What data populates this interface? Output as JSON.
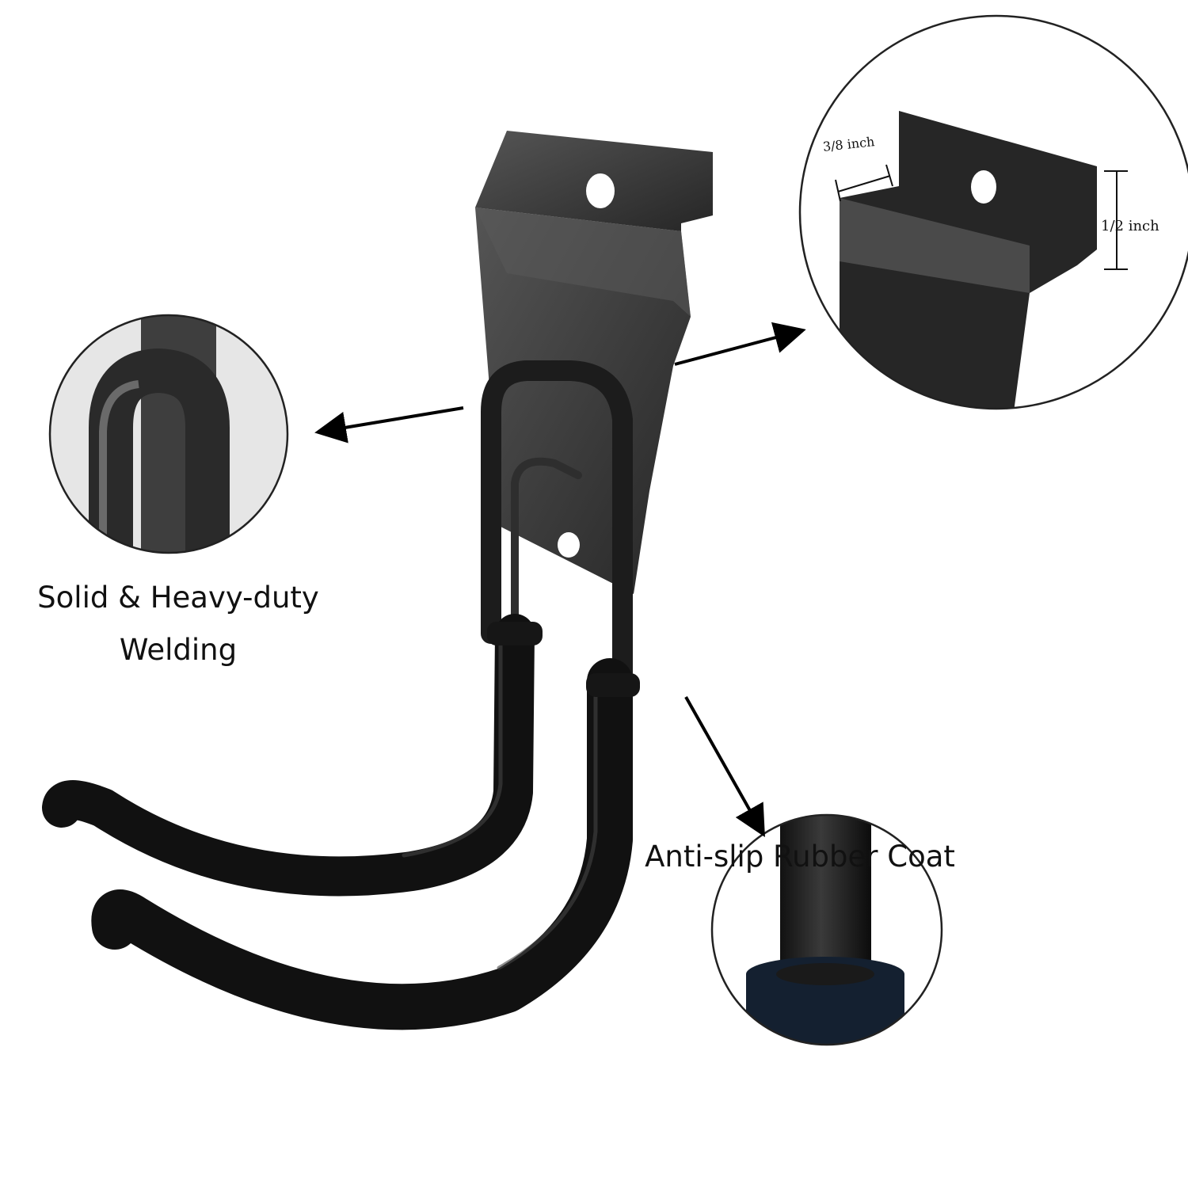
{
  "features": {
    "welding": "Solid & Heavy-duty Welding",
    "rubber_coat": "Anti-slip Rubber Coat"
  },
  "dimensions": {
    "width": "3/8 inch",
    "height": "1/2 inch"
  },
  "colors": {
    "background": "#ffffff",
    "hook": "#1a1a1a",
    "plate": "#3a3a3a",
    "text": "#111111"
  }
}
